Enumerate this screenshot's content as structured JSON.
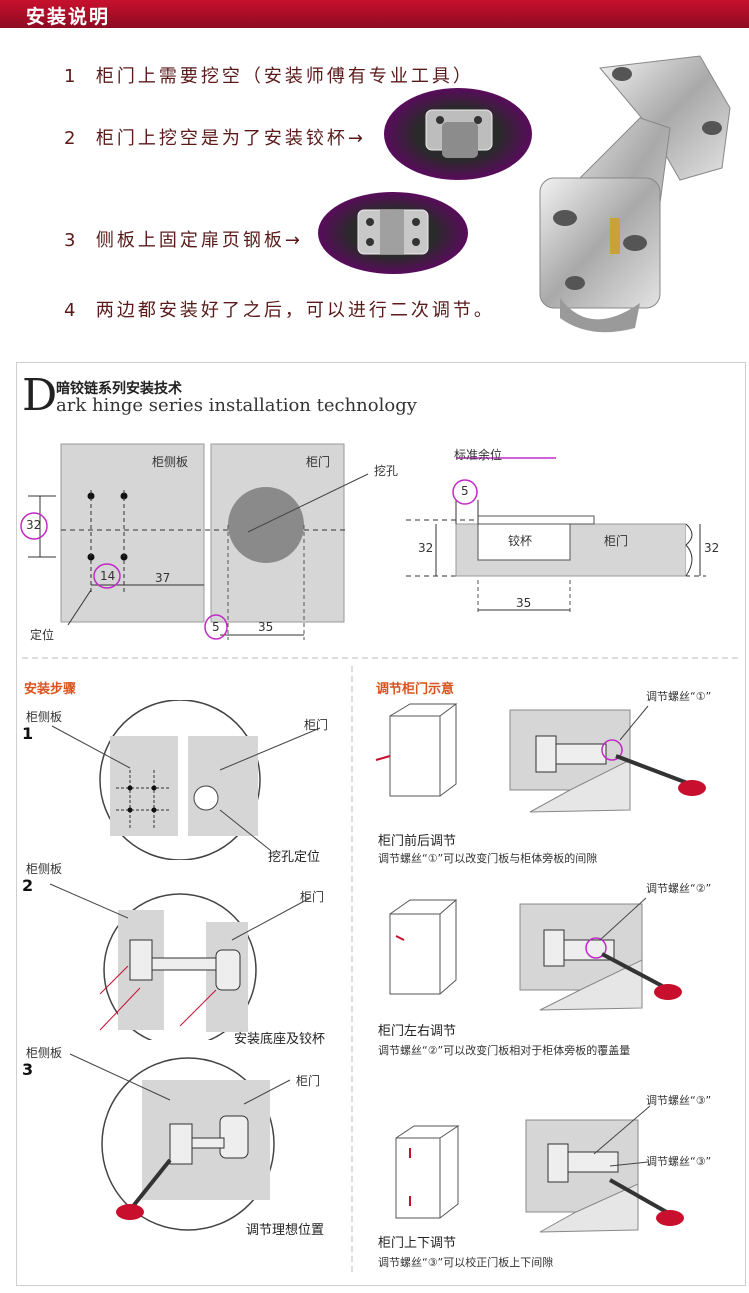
{
  "header": {
    "title": "安装说明",
    "color": "#b50d28"
  },
  "steps": [
    {
      "num": "1",
      "text": "柜门上需要挖空（安装师傅有专业工具）"
    },
    {
      "num": "2",
      "text": "柜门上挖空是为了安装铰杯→"
    },
    {
      "num": "3",
      "text": "侧板上固定扉页钢板→"
    },
    {
      "num": "4",
      "text": "两边都安装好了之后，可以进行二次调节。"
    }
  ],
  "diagram": {
    "title_letter": "D",
    "title_cn": "暗铰链系列安装技术",
    "title_en": "ark hinge series installation technology",
    "labels": {
      "side_panel": "柜侧板",
      "door": "柜门",
      "hole": "挖孔",
      "position": "定位",
      "std_margin": "标准余位",
      "cup": "铰杯",
      "door2": "柜门"
    },
    "dims": {
      "d32": "32",
      "d14": "14",
      "d37": "37",
      "d5": "5",
      "d35": "35",
      "c5": "5",
      "c32a": "32",
      "c32b": "32",
      "c35": "35"
    },
    "install": {
      "section_title": "安装步骤",
      "s1_num": "1",
      "s1_side": "柜侧板",
      "s1_door": "柜门",
      "s1_cap": "挖孔定位",
      "s2_num": "2",
      "s2_side": "柜侧板",
      "s2_door": "柜门",
      "s2_cap": "安装底座及铰杯",
      "s3_num": "3",
      "s3_side": "柜侧板",
      "s3_door": "柜门",
      "s3_cap": "调节理想位置"
    },
    "adjust": {
      "section_title": "调节柜门示意",
      "a1_screw": "调节螺丝“①”",
      "a1_title": "柜门前后调节",
      "a1_desc": "调节螺丝“①”可以改变门板与柜体旁板的间隙",
      "a2_screw": "调节螺丝“②”",
      "a2_title": "柜门左右调节",
      "a2_desc": "调节螺丝“②”可以改变门板相对于柜体旁板的覆盖量",
      "a3_screw_a": "调节螺丝“③”",
      "a3_screw_b": "调节螺丝“③”",
      "a3_title": "柜门上下调节",
      "a3_desc": "调节螺丝“③”可以校正门板上下间隙"
    }
  },
  "colors": {
    "accent": "#b50d28",
    "magenta": "#c22ac6",
    "orange": "#d9531e",
    "panel_gray": "#d6d6d6"
  }
}
